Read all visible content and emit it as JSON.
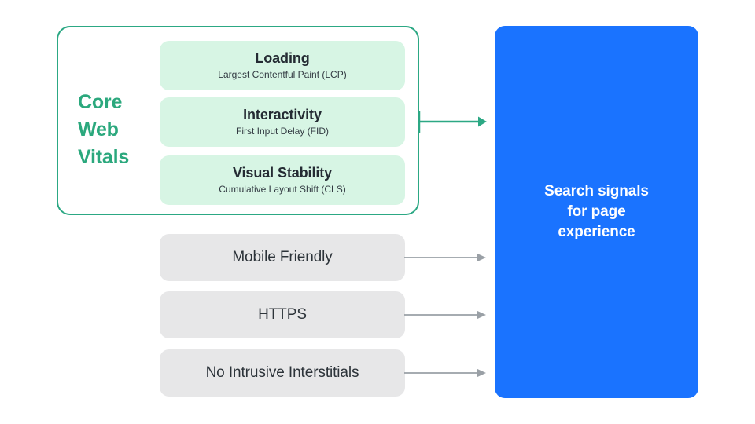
{
  "diagram": {
    "title": "Search signals for page experience",
    "colors": {
      "background": "#ffffff",
      "core_web_vitals_accent": "#2ba87d",
      "core_web_vitals_border": "#2ca884",
      "metric_card_fill": "#d7f5e4",
      "signal_card_fill": "#e7e7e8",
      "outcome_panel_fill": "#1a73ff",
      "outcome_text": "#ffffff",
      "green_arrow": "#2ca884",
      "grey_arrow": "#9aa0a6",
      "card_text": "#242b33"
    }
  },
  "core_web_vitals": {
    "group_label": "Core\nWeb\nVitals",
    "metrics": [
      {
        "title": "Loading",
        "subtitle": "Largest Contentful Paint (LCP)",
        "abbreviation": "LCP"
      },
      {
        "title": "Interactivity",
        "subtitle": "First Input Delay (FID)",
        "abbreviation": "FID"
      },
      {
        "title": "Visual Stability",
        "subtitle": "Cumulative Layout Shift (CLS)",
        "abbreviation": "CLS"
      }
    ]
  },
  "other_signals": [
    {
      "label": "Mobile Friendly"
    },
    {
      "label": "HTTPS"
    },
    {
      "label": "No Intrusive Interstitials"
    }
  ],
  "outcome": {
    "label": "Search signals\nfor page\nexperience"
  },
  "arrows": [
    {
      "name": "core-web-vitals-to-outcome",
      "color": "#2ca884",
      "from": "core-web-vitals-group",
      "to": "outcome-panel"
    },
    {
      "name": "mobile-friendly-to-outcome",
      "color": "#9aa0a6",
      "from": "signal-card-mobile-friendly",
      "to": "outcome-panel"
    },
    {
      "name": "https-to-outcome",
      "color": "#9aa0a6",
      "from": "signal-card-https",
      "to": "outcome-panel"
    },
    {
      "name": "no-intrusive-interstitials-to-outcome",
      "color": "#9aa0a6",
      "from": "signal-card-no-intrusive-interstitials",
      "to": "outcome-panel"
    }
  ]
}
